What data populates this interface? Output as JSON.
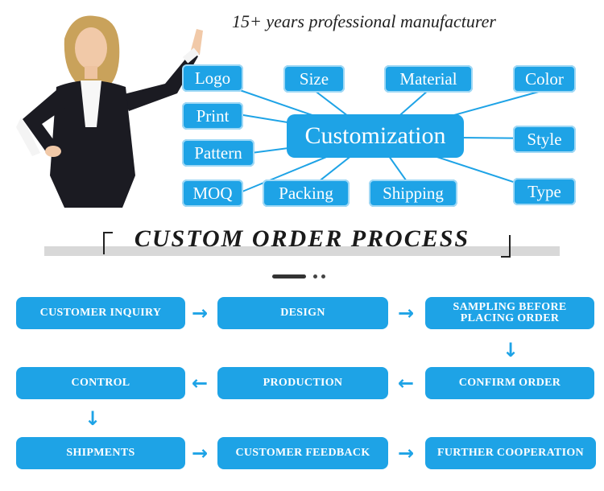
{
  "tagline": "15+ years professional manufacturer",
  "customization": {
    "hub": "Customization",
    "options": [
      "Logo",
      "Size",
      "Material",
      "Color",
      "Print",
      "Style",
      "Pattern",
      "MOQ",
      "Packing",
      "Shipping",
      "Type"
    ]
  },
  "process": {
    "title": "CUSTOM ORDER PROCESS",
    "steps": [
      "CUSTOMER INQUIRY",
      "DESIGN",
      "SAMPLING BEFORE PLACING ORDER",
      "CONFIRM ORDER",
      "PRODUCTION",
      "CONTROL",
      "SHIPMENTS",
      "CUSTOMER FEEDBACK",
      "FURTHER COOPERATION"
    ]
  },
  "colors": {
    "accent": "#1ea3e6",
    "band": "#d8d8d8"
  }
}
